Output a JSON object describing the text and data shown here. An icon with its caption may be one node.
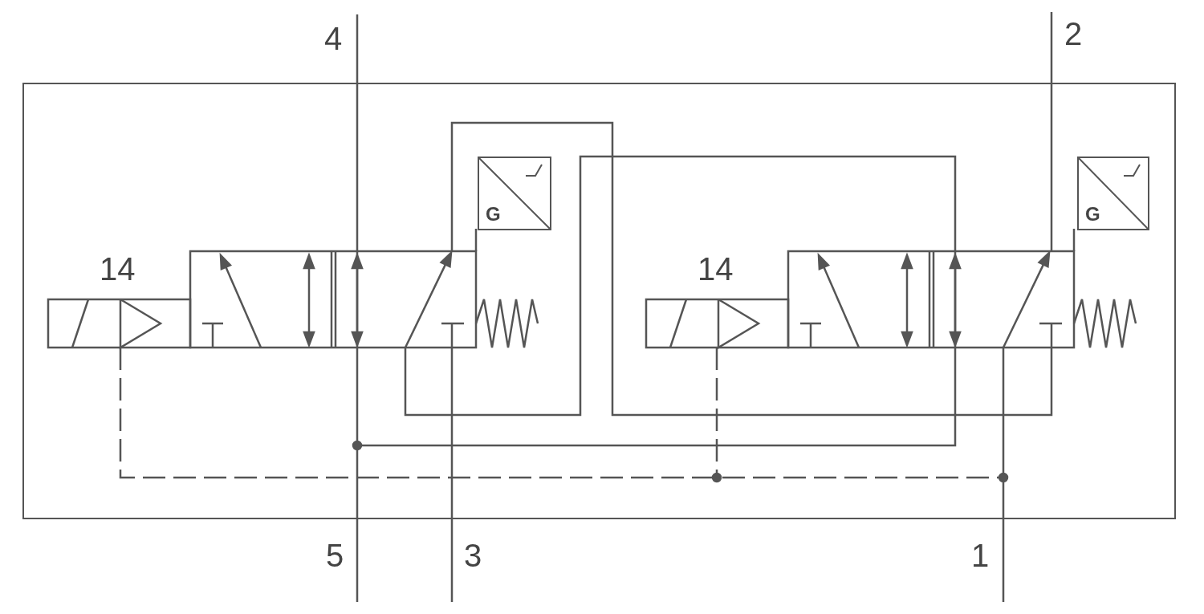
{
  "diagram": {
    "nodes": [
      {
        "text": [],
        "shape": "box"
      },
      {
        "text": [
          "G"
        ],
        "in": 0
      },
      {
        "text": [
          "G"
        ],
        "in": 0
      }
    ],
    "labels": [
      "4",
      "2",
      "14",
      "14",
      "5",
      "3",
      "1"
    ]
  }
}
